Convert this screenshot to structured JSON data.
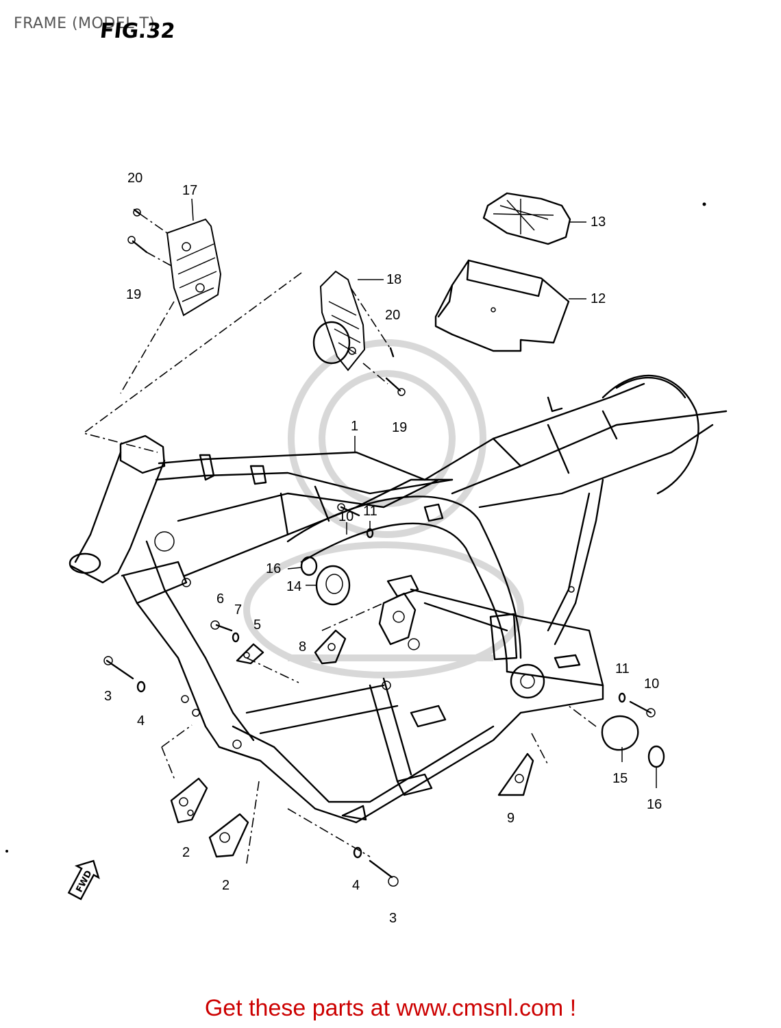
{
  "header": {
    "page_title": "FRAME (MODEL T)",
    "fig_label": "FIG.32"
  },
  "callouts": [
    {
      "id": "c1",
      "label": "1"
    },
    {
      "id": "c2a",
      "label": "2"
    },
    {
      "id": "c2b",
      "label": "2"
    },
    {
      "id": "c3a",
      "label": "3"
    },
    {
      "id": "c3b",
      "label": "3"
    },
    {
      "id": "c4a",
      "label": "4"
    },
    {
      "id": "c4b",
      "label": "4"
    },
    {
      "id": "c5",
      "label": "5"
    },
    {
      "id": "c6",
      "label": "6"
    },
    {
      "id": "c7",
      "label": "7"
    },
    {
      "id": "c8",
      "label": "8"
    },
    {
      "id": "c9",
      "label": "9"
    },
    {
      "id": "c10a",
      "label": "10"
    },
    {
      "id": "c10b",
      "label": "10"
    },
    {
      "id": "c11a",
      "label": "11"
    },
    {
      "id": "c11b",
      "label": "11"
    },
    {
      "id": "c12",
      "label": "12"
    },
    {
      "id": "c13",
      "label": "13"
    },
    {
      "id": "c14",
      "label": "14"
    },
    {
      "id": "c15",
      "label": "15"
    },
    {
      "id": "c16a",
      "label": "16"
    },
    {
      "id": "c16b",
      "label": "16"
    },
    {
      "id": "c17",
      "label": "17"
    },
    {
      "id": "c18",
      "label": "18"
    },
    {
      "id": "c19a",
      "label": "19"
    },
    {
      "id": "c19b",
      "label": "19"
    },
    {
      "id": "c20a",
      "label": "20"
    },
    {
      "id": "c20b",
      "label": "20"
    }
  ],
  "fwd_label": "FWD",
  "footer": {
    "link_text": "Get these parts at www.cmsnl.com !"
  }
}
